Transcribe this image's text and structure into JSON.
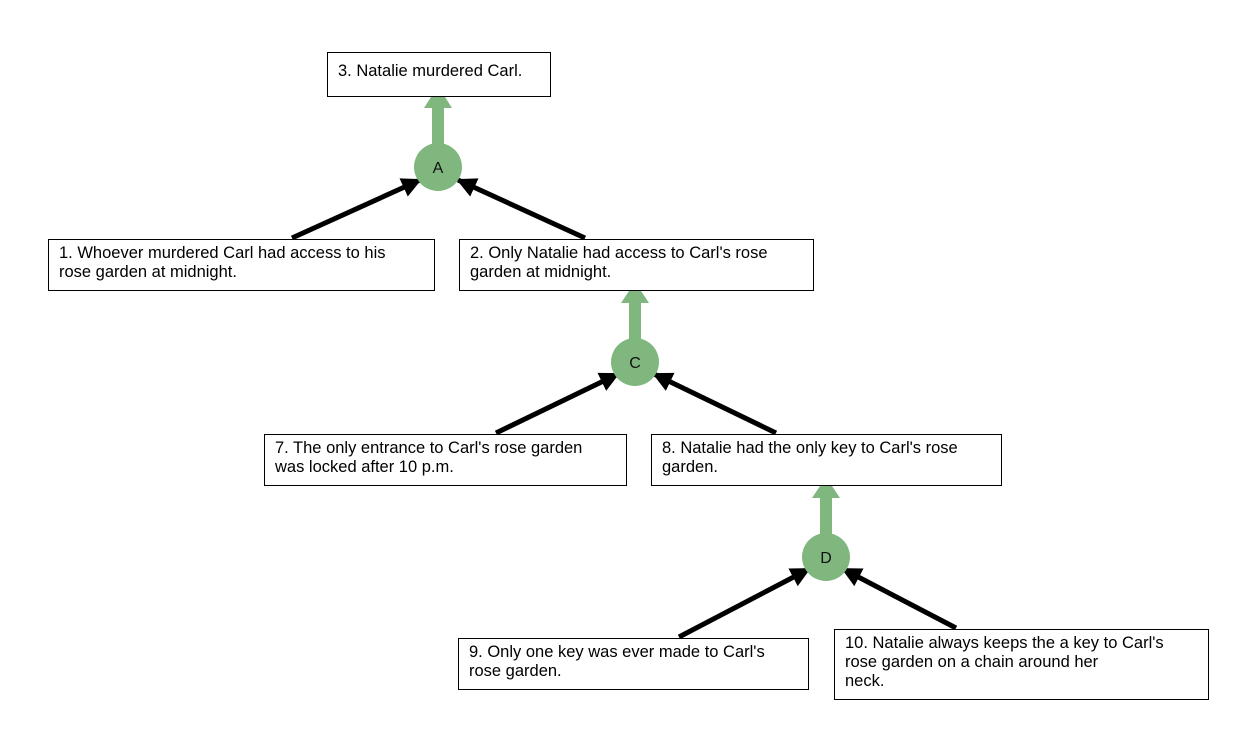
{
  "claims": {
    "c3": "3. Natalie murdered Carl.",
    "c1": "1. Whoever murdered Carl had access to his\nrose garden at midnight.",
    "c2": "2. Only Natalie had access to Carl's rose\ngarden at midnight.",
    "c7": "7. The only entrance to Carl's rose garden\nwas locked after 10 p.m.",
    "c8": "8. Natalie had the only key to Carl's rose\ngarden.",
    "c9": "9. Only one key was ever made to Carl's\nrose garden.",
    "c10": "10. Natalie always keeps the a key to Carl's\nrose garden on a chain around her\nneck."
  },
  "nodes": {
    "A": "A",
    "C": "C",
    "D": "D"
  },
  "colors": {
    "node_fill": "#7fb77e",
    "support_arrow": "#000000",
    "box_border": "#000000"
  }
}
